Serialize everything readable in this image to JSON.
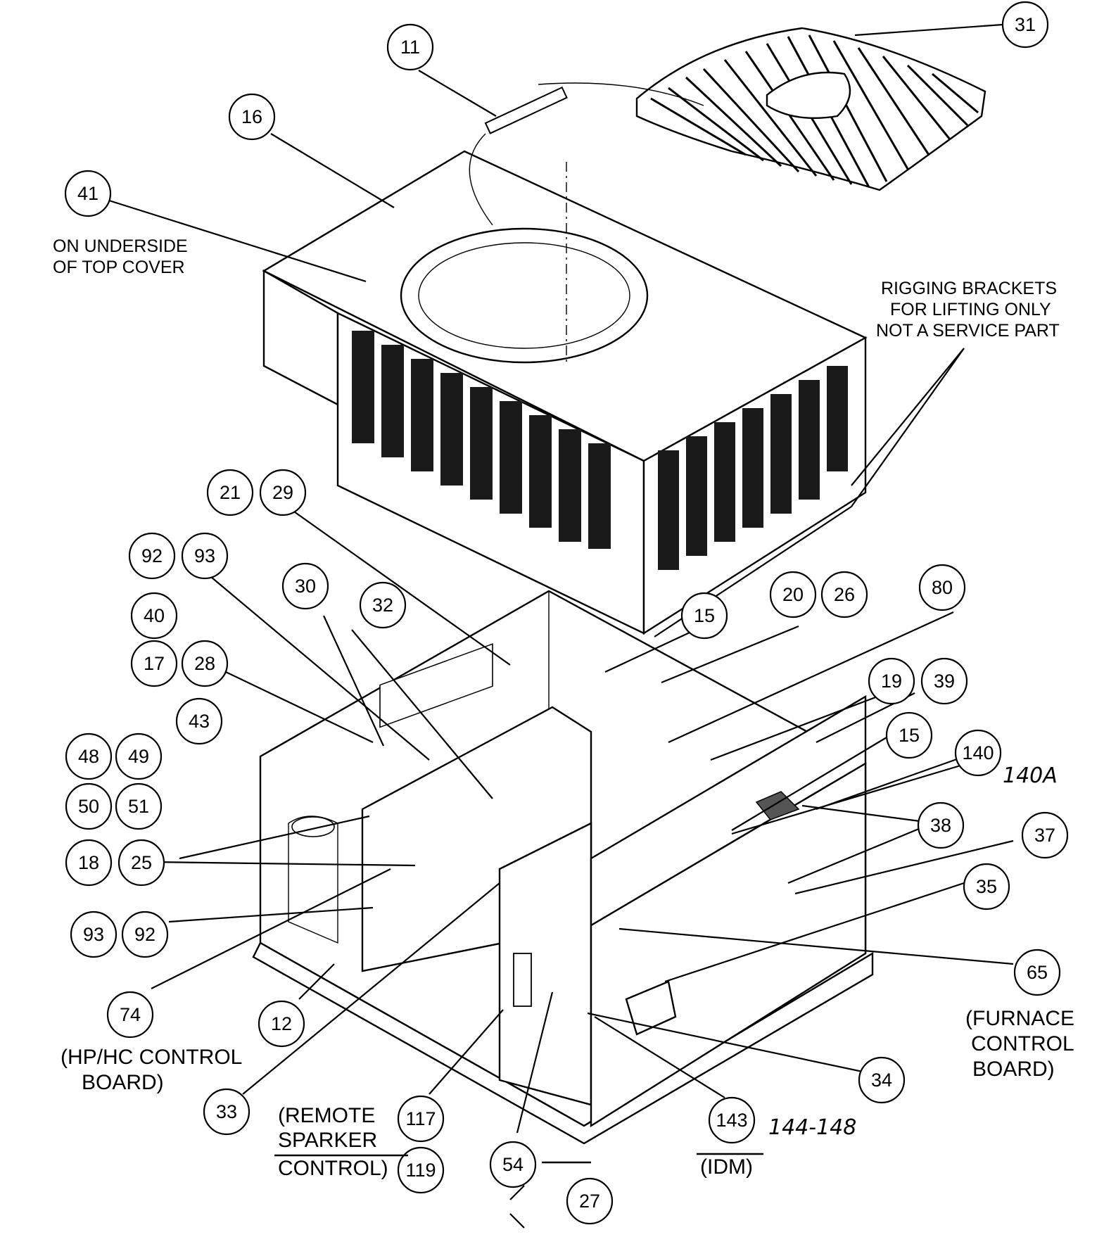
{
  "colors": {
    "ink": "#000000",
    "paper": "#ffffff"
  },
  "callouts": [
    "31",
    "11",
    "16",
    "41",
    "21",
    "29",
    "92",
    "93",
    "30",
    "32",
    "40",
    "17",
    "28",
    "43",
    "48",
    "49",
    "50",
    "51",
    "18",
    "25",
    "93",
    "92",
    "74",
    "12",
    "33",
    "117",
    "119",
    "54",
    "27",
    "143",
    "34",
    "65",
    "35",
    "37",
    "38",
    "140",
    "15",
    "19",
    "39",
    "15",
    "20",
    "26",
    "80"
  ],
  "notes": {
    "underside_1": "ON UNDERSIDE",
    "underside_2": "OF TOP COVER",
    "rigging_1": "RIGGING BRACKETS",
    "rigging_2": "FOR LIFTING ONLY",
    "rigging_3": "NOT A SERVICE PART",
    "furnace_1": "(FURNACE",
    "furnace_2": "CONTROL",
    "furnace_3": "BOARD)",
    "hp_1": "(HP/HC CONTROL",
    "hp_2": "BOARD)",
    "remote_1": "(REMOTE",
    "remote_2": "SPARKER",
    "remote_3": "CONTROL)",
    "idm": "(IDM)",
    "hand_140a": "140A",
    "hand_144": "144-148"
  }
}
